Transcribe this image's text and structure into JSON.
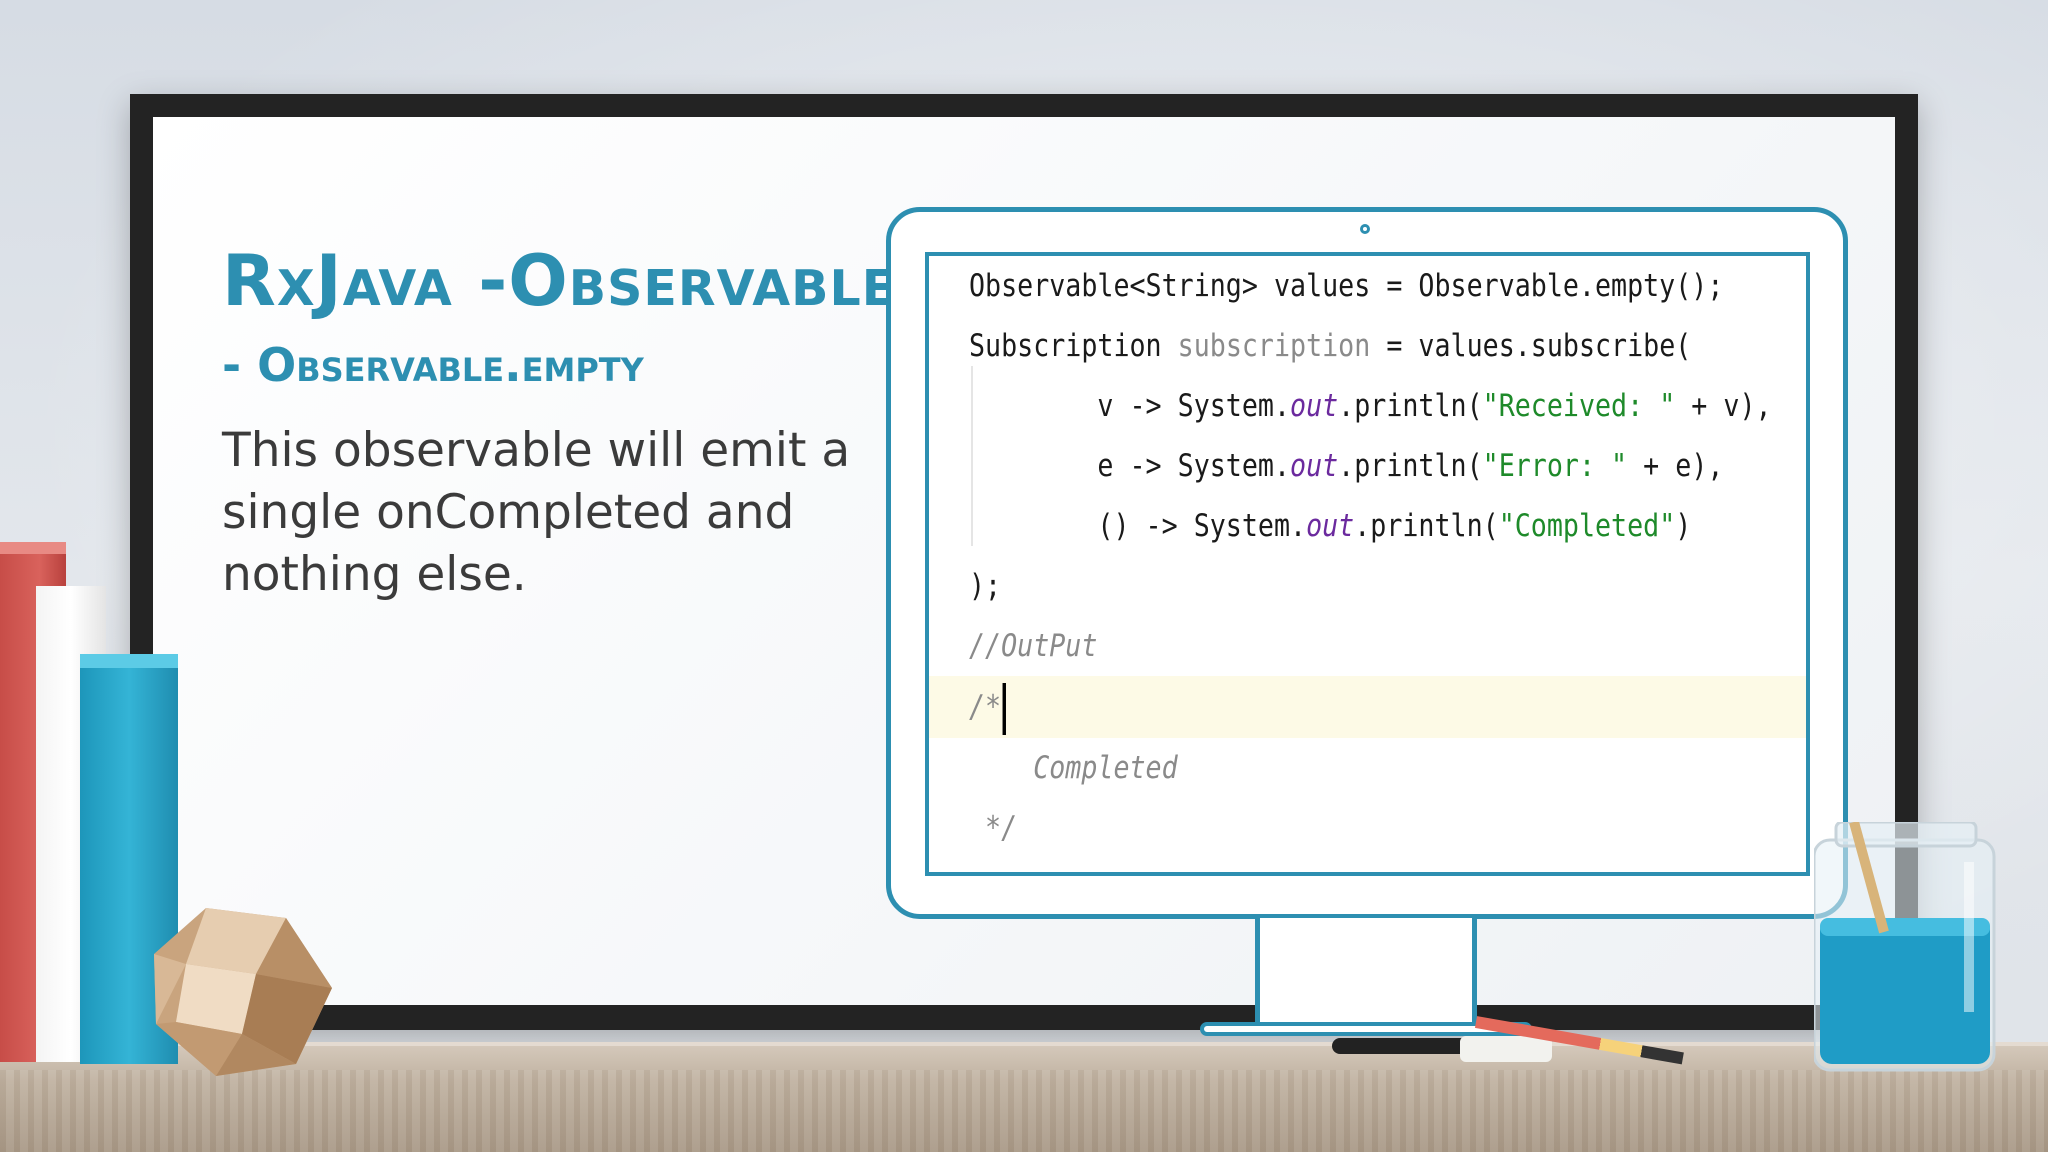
{
  "slide": {
    "title": "RxJava -Observable",
    "subtitle": "- Observable.empty",
    "body": "This observable will emit a single onCompleted and nothing else."
  },
  "code": {
    "line1": "Observable<String> values = Observable.empty();",
    "line2_a": "Subscription ",
    "line2_b": "subscription",
    "line2_c": " = values.subscribe(",
    "line3_a": "        v -> System.",
    "line3_out": "out",
    "line3_b": ".println(",
    "line3_str": "\"Received: \"",
    "line3_c": " + v),",
    "line4_a": "        e -> System.",
    "line4_out": "out",
    "line4_b": ".println(",
    "line4_str": "\"Error: \"",
    "line4_c": " + e),",
    "line5_a": "        () -> System.",
    "line5_out": "out",
    "line5_b": ".println(",
    "line5_str": "\"Completed\"",
    "line5_c": ")",
    "line6": ");",
    "line7": "//OutPut",
    "line8": "/*",
    "line9": "    Completed",
    "line10": " */"
  },
  "colors": {
    "accent": "#2d8fb1",
    "string": "#1e8a2a",
    "field": "#6b2a9e",
    "comment": "#8a8a8a",
    "highlight": "#fdfae6"
  }
}
